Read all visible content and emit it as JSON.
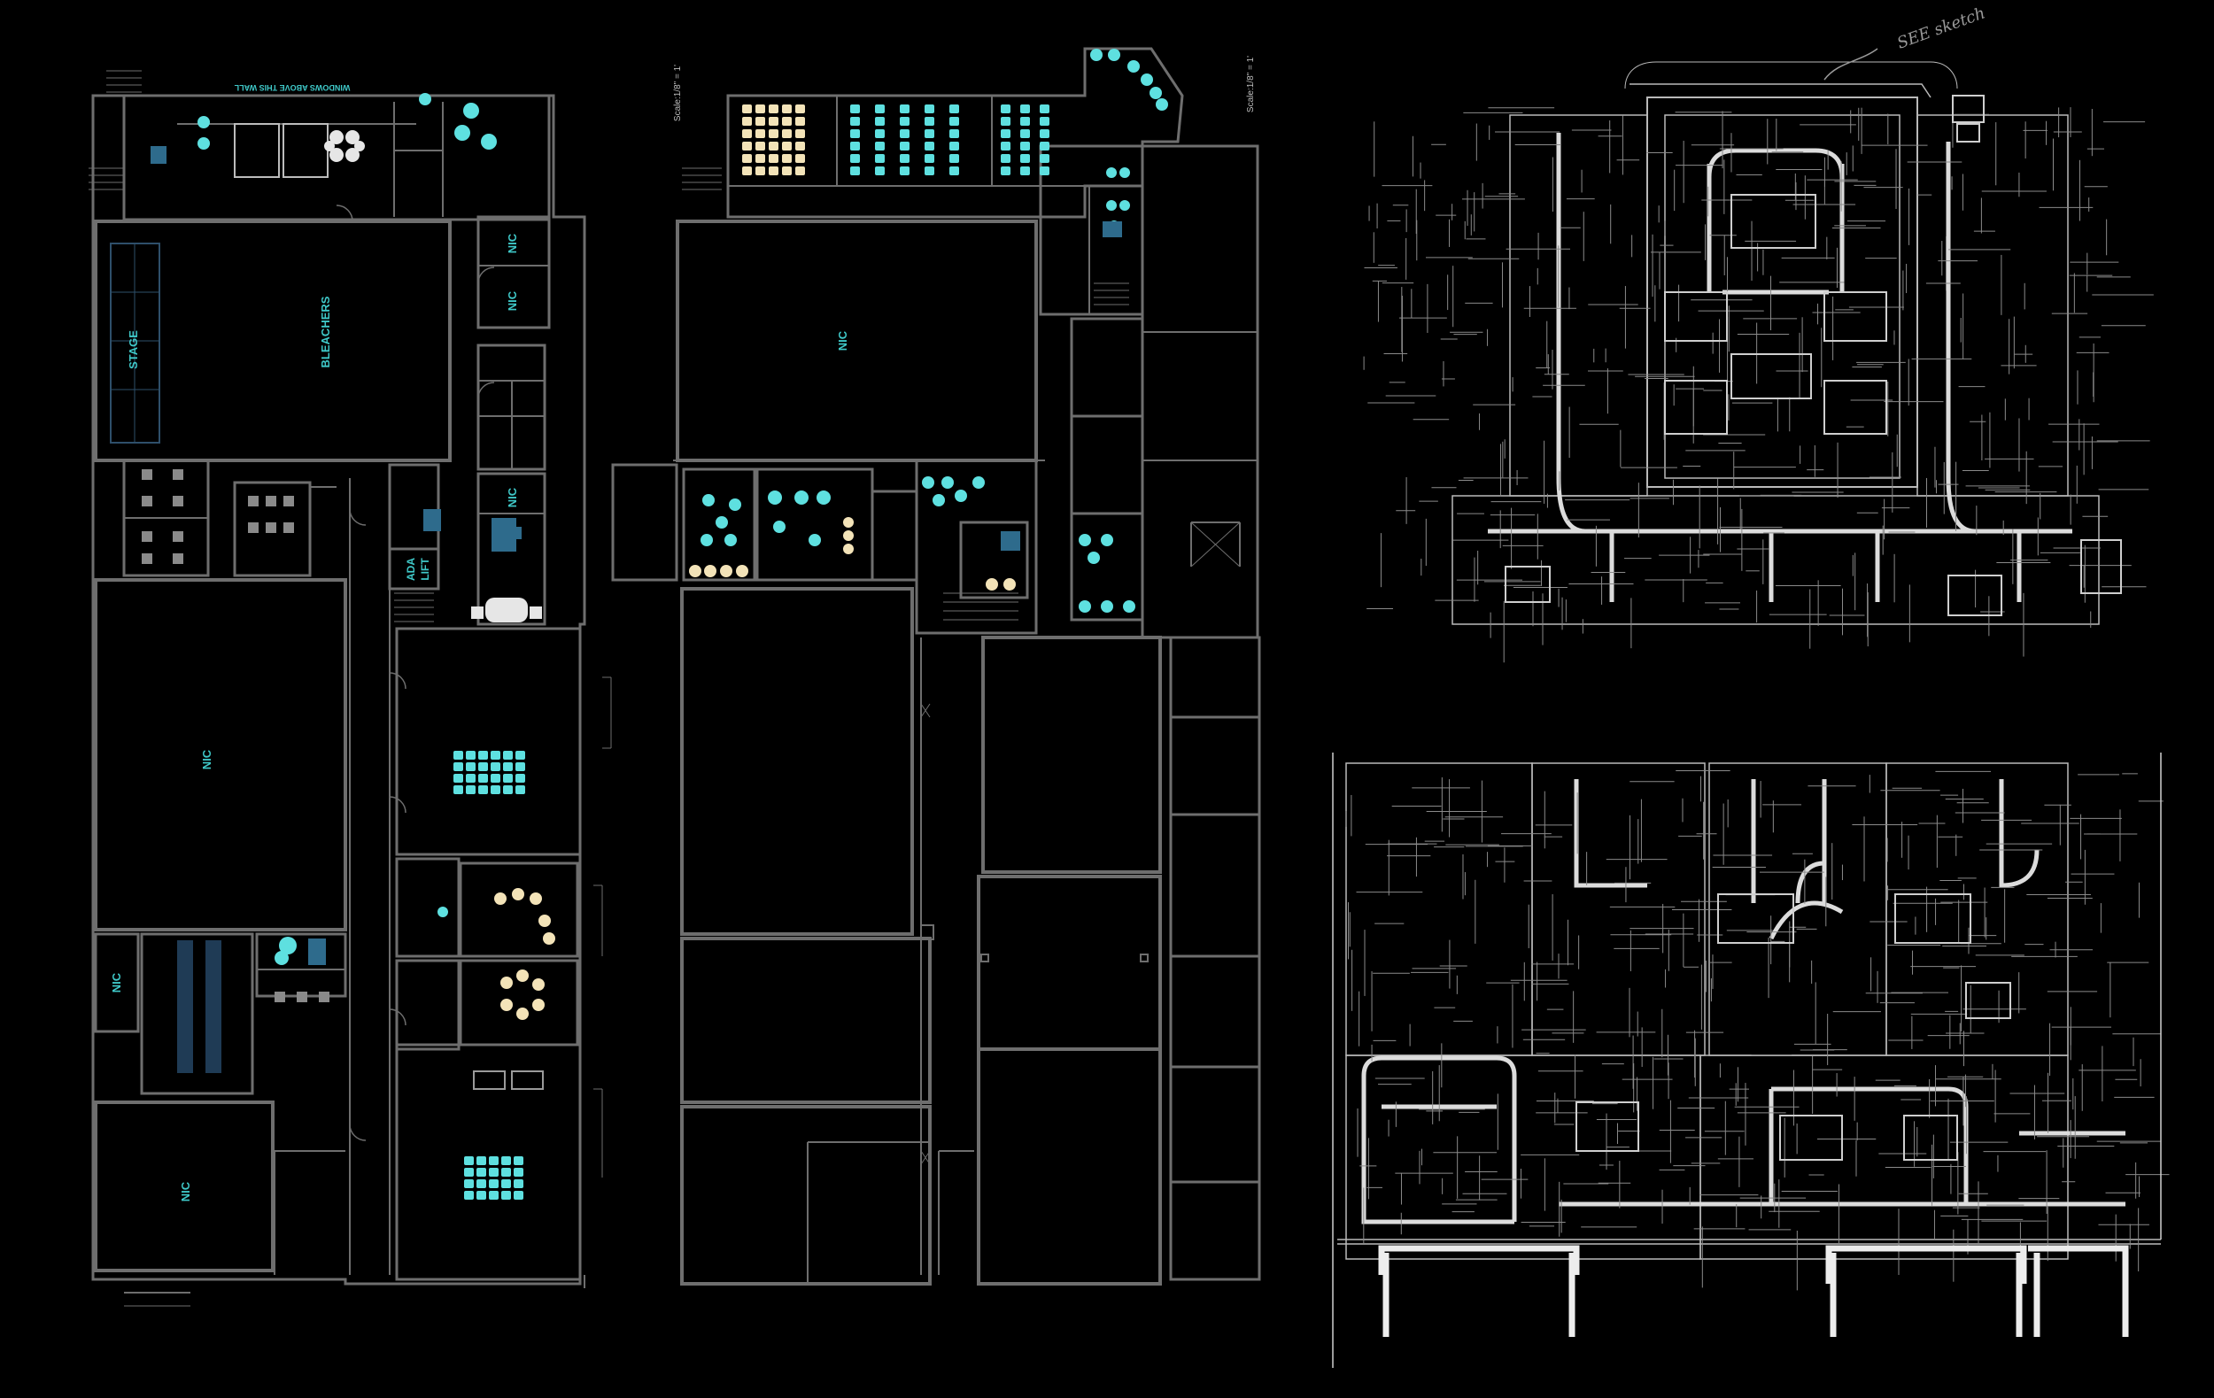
{
  "plan_left": {
    "labels": {
      "top_banner": "WINDOWS ABOVE THIS WALL",
      "stage": "STAGE",
      "bleachers": "BLEACHERS",
      "nic_a": "NIC",
      "nic_b": "NIC",
      "nic_c": "NIC",
      "nic_main": "NIC",
      "nic_side": "NIC",
      "nic_bottom": "NIC",
      "ada": "ADA",
      "lift": "LIFT"
    }
  },
  "plan_middle": {
    "labels": {
      "scale_top": "Scale:1/8\" = 1'",
      "scale_right": "Scale:1/8\" = 1'",
      "nic": "NIC"
    }
  },
  "plan_right": {
    "labels": {
      "handwritten_note": "SEE sketch"
    }
  },
  "colors": {
    "background": "#000000",
    "wall": "#6e6e6e",
    "accent_cyan": "#5ee0e0",
    "accent_cream": "#f3e3b8",
    "blueprint_line": "#cfcfcf"
  }
}
